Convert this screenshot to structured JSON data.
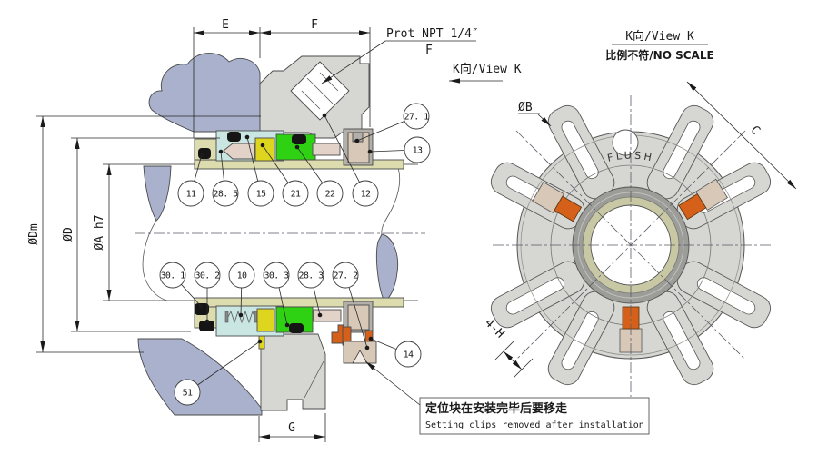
{
  "colors": {
    "housing": "#a9b1cc",
    "gland": "#d6d6d3",
    "collar": "#b3afa9",
    "sleeve": "#dcdcae",
    "retainer": "#c9e6e2",
    "yellow": "#ded61e",
    "green": "#2fd213",
    "pink": "#e2d2c8",
    "orange": "#d4601a",
    "tan": "#d8c8b8",
    "ringgray": "#9c9c98",
    "ringolive": "#c8c9a4"
  },
  "section": {
    "dims": {
      "e": "E",
      "f": "F",
      "g": "G",
      "dm": "ØDm",
      "d": "ØD",
      "a": "ØA h7"
    },
    "port_note": {
      "line1": "Prot NPT 1/4″",
      "line2": "F"
    },
    "view_label": "K向/View K",
    "balloons": {
      "top": [
        "11",
        "28. 5",
        "15",
        "21",
        "22",
        "12"
      ],
      "right": [
        "27. 1",
        "13"
      ],
      "bottom": [
        "30. 1",
        "30. 2",
        "10",
        "30. 3",
        "28. 3",
        "27. 2"
      ],
      "lower": [
        "14",
        "51"
      ]
    }
  },
  "view_k": {
    "title": "K向/View K",
    "subtitle": "比例不符/NO SCALE",
    "flush": "FLUSH",
    "dims": {
      "b": "ØB",
      "c": "C",
      "h": "4-H"
    }
  },
  "note": {
    "zh": "定位块在安装完毕后要移走",
    "en": "Setting clips removed after installation"
  }
}
